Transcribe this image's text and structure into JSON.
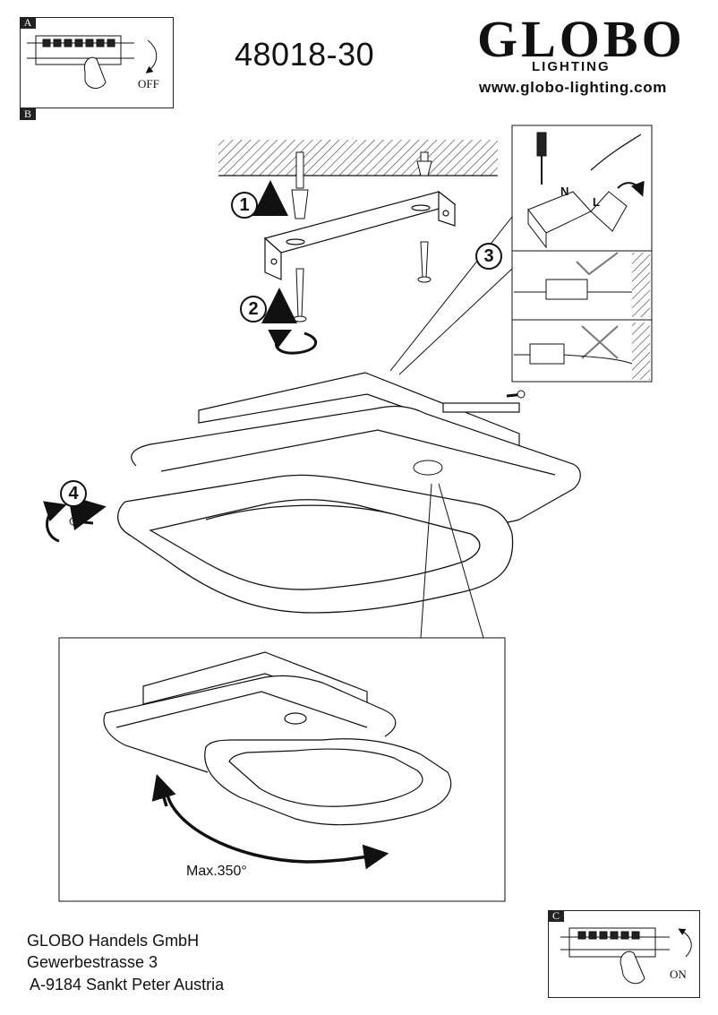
{
  "header": {
    "model_number": "48018-30",
    "brand": "GLOBO",
    "brand_subline": "LIGHTING",
    "website": "www.globo-lighting.com"
  },
  "panel_a": {
    "tag": "A",
    "switch_label": "OFF"
  },
  "panel_b": {
    "tag": "B"
  },
  "panel_c": {
    "tag": "C",
    "switch_label": "ON"
  },
  "wiring": {
    "terminal_labels": [
      "N",
      "L"
    ],
    "correct_symbol": "check",
    "incorrect_symbol": "cross"
  },
  "steps": [
    "1",
    "2",
    "3",
    "4"
  ],
  "rotation_note": "Max.350°",
  "company": {
    "name": "GLOBO Handels GmbH",
    "street": "Gewerbestrasse 3",
    "city": "A-9184 Sankt Peter Austria"
  },
  "icons": [
    "breaker-switch-icon",
    "hand-icon",
    "rotate-arrow-icon",
    "up-arrow-icon",
    "screwdriver-icon",
    "screw-icon",
    "dowel-icon"
  ]
}
